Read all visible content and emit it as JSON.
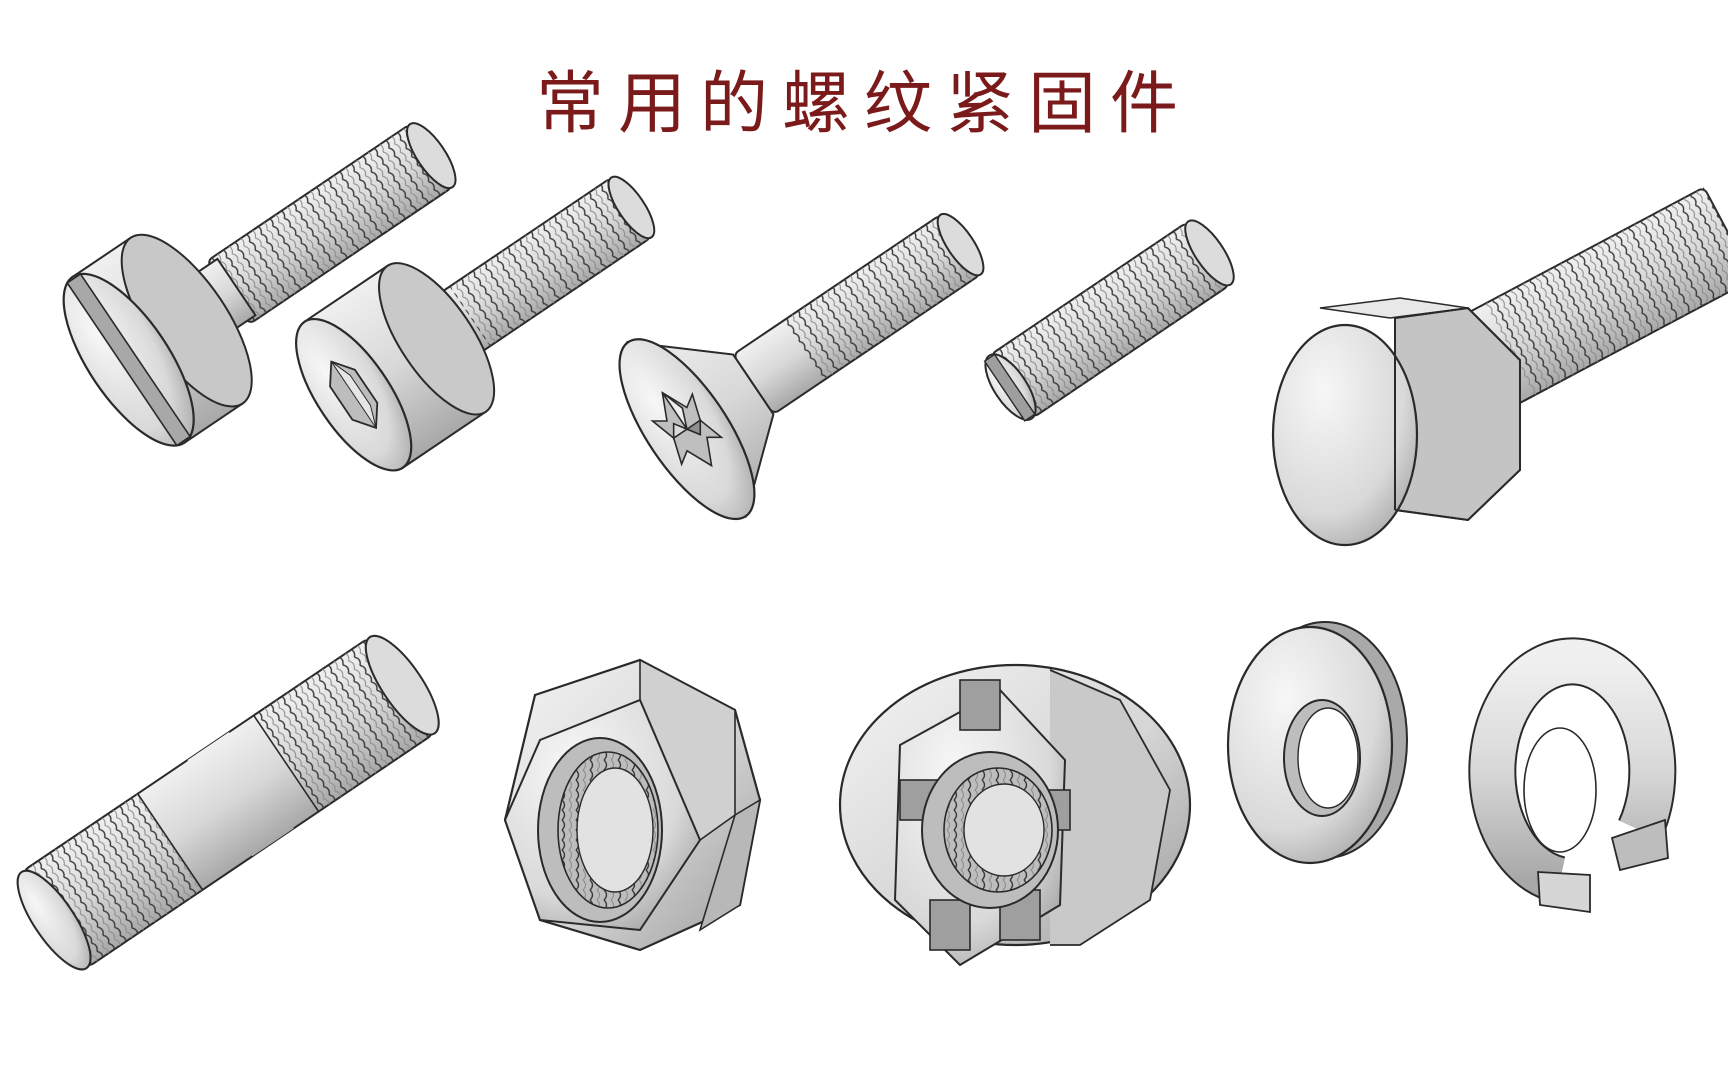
{
  "title": "常用的螺纹紧固件",
  "colors": {
    "title": "#7a1a1a",
    "outline": "#2a2a2a",
    "metal_light": "#f2f2f2",
    "metal_mid": "#cfcfcf",
    "metal_dark": "#9a9a9a",
    "background": "#ffffff"
  },
  "fasteners": [
    {
      "id": "slotted-cheese-head-screw",
      "icon": "slotted-screw-icon"
    },
    {
      "id": "socket-head-cap-screw",
      "icon": "hex-socket-screw-icon"
    },
    {
      "id": "countersunk-torx-screw",
      "icon": "countersunk-screw-icon"
    },
    {
      "id": "slotted-set-screw",
      "icon": "set-screw-icon"
    },
    {
      "id": "hex-head-bolt",
      "icon": "hex-bolt-icon"
    },
    {
      "id": "double-end-stud",
      "icon": "stud-icon"
    },
    {
      "id": "hex-nut",
      "icon": "hex-nut-icon"
    },
    {
      "id": "castle-nut",
      "icon": "castle-nut-icon"
    },
    {
      "id": "flat-washer",
      "icon": "flat-washer-icon"
    },
    {
      "id": "spring-lock-washer",
      "icon": "spring-washer-icon"
    }
  ]
}
